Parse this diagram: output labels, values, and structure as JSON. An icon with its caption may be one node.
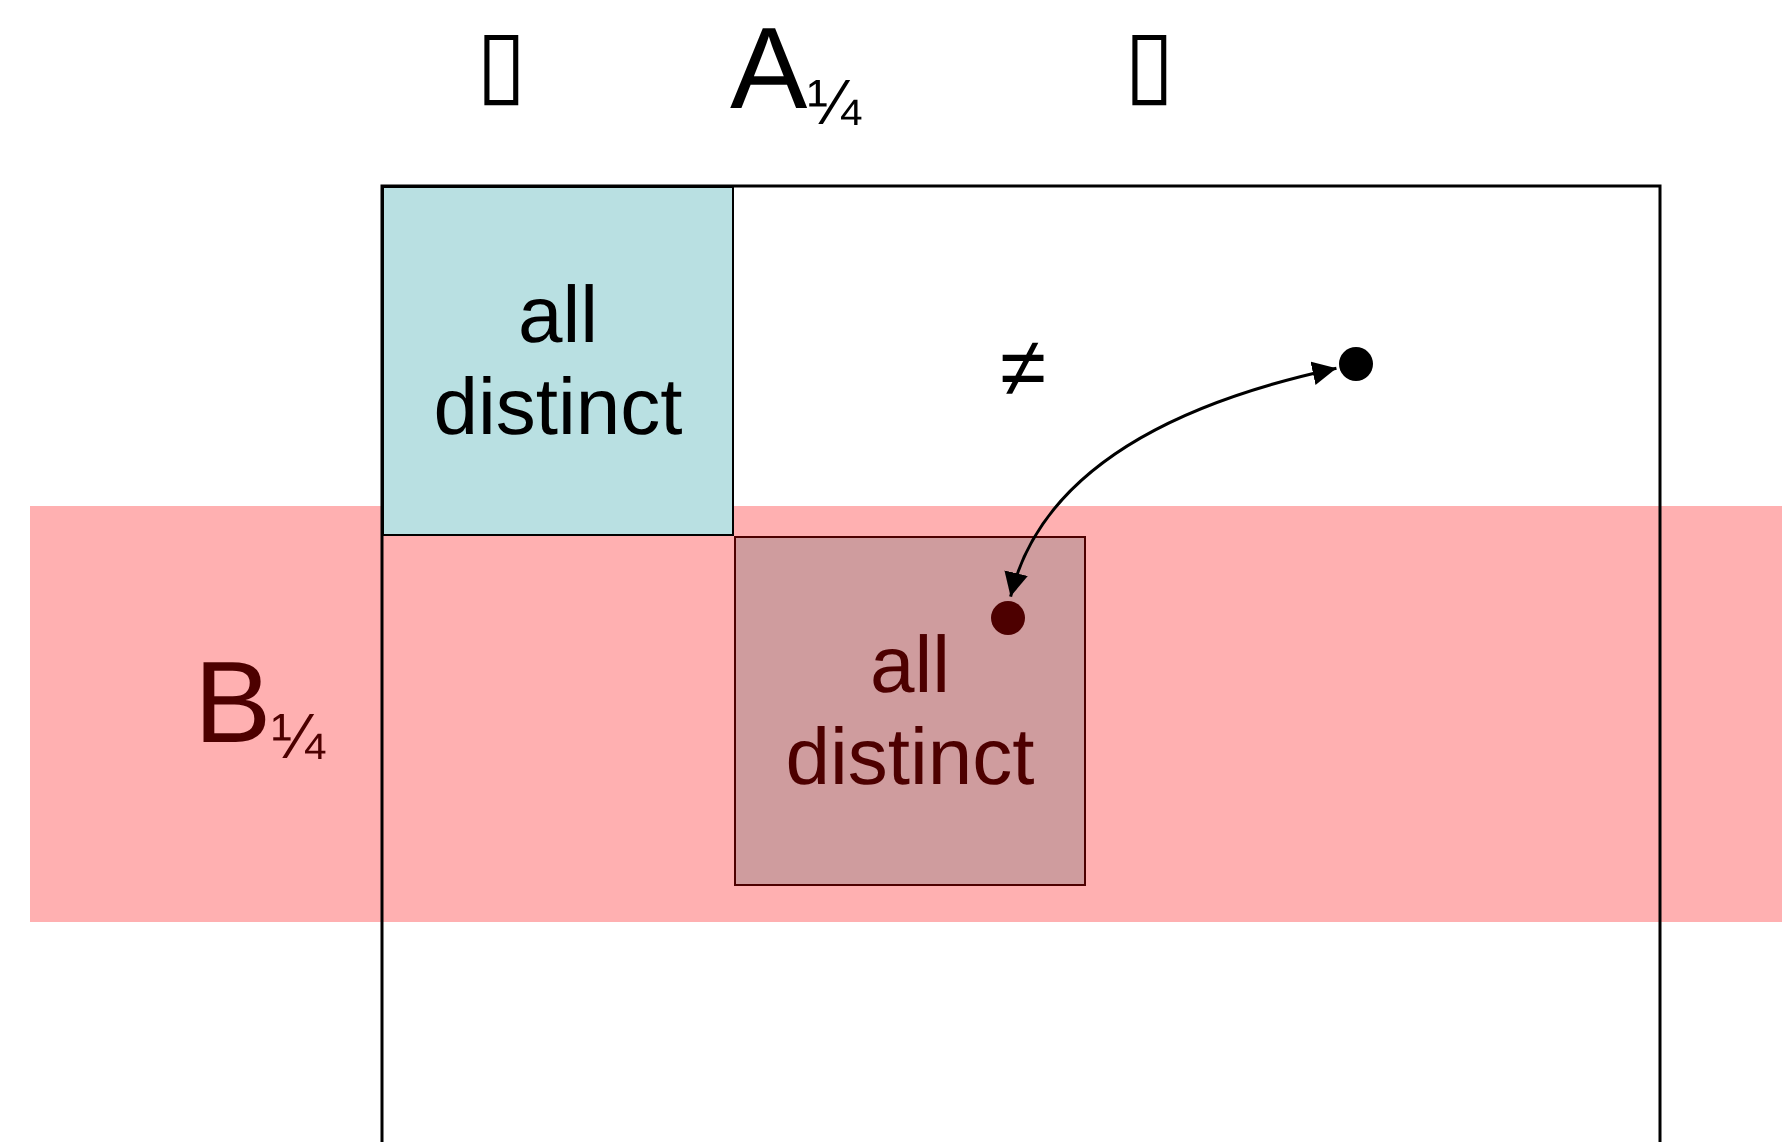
{
  "diagram": {
    "nodes": [
      {
        "text": [
          "all distinct"
        ]
      },
      {
        "text": [],
        "shape": "circle"
      },
      {
        "text": [
          "B$_{¼}$"
        ]
      },
      {
        "text": [
          "all distinct"
        ],
        "in": 2
      },
      {
        "text": [],
        "shape": "circle",
        "in": 3
      }
    ],
    "edges": [
      {
        "from": 4,
        "to": 1,
        "arrow": "both"
      }
    ],
    "labels": [
      "▯",
      "A$_{¼}$",
      "▯",
      "≠"
    ]
  }
}
